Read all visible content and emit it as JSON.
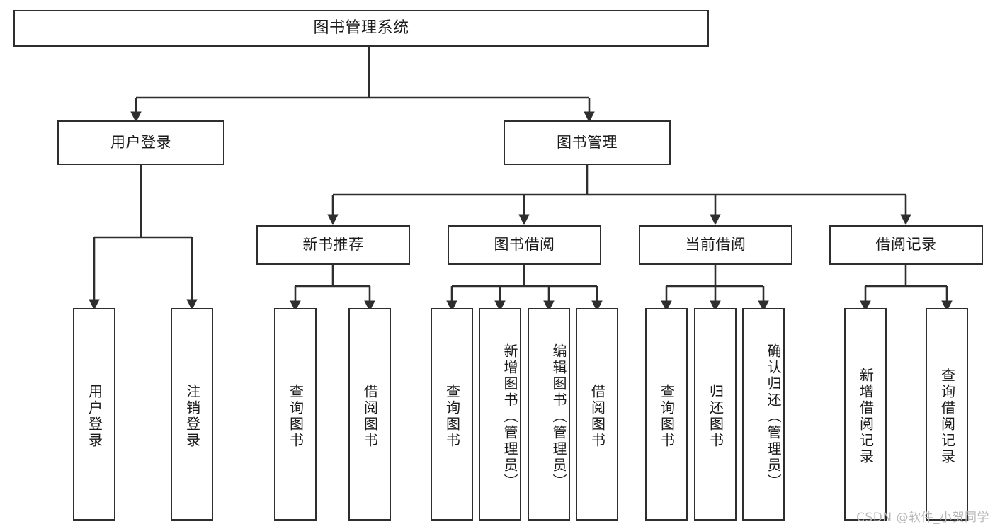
{
  "diagram": {
    "title": "图书管理系统",
    "type": "tree-hierarchy",
    "watermark": "CSDN @软件_小贺同学",
    "colors": {
      "stroke": "#2e2e2e",
      "fill": "#ffffff",
      "text": "#1a1a1a",
      "watermark": "#b8b8b8"
    },
    "levels": {
      "root": {
        "label": "图书管理系统"
      },
      "level2": [
        {
          "id": "user-login",
          "label": "用户登录"
        },
        {
          "id": "book-manage",
          "label": "图书管理"
        }
      ],
      "level3": [
        {
          "id": "new-book-recommend",
          "label": "新书推荐"
        },
        {
          "id": "book-borrow",
          "label": "图书借阅"
        },
        {
          "id": "current-borrow",
          "label": "当前借阅"
        },
        {
          "id": "borrow-record",
          "label": "借阅记录"
        }
      ],
      "leaves": {
        "user-login": [
          {
            "id": "leaf-user-login",
            "label": "用户登录"
          },
          {
            "id": "leaf-user-logout",
            "label": "注销登录"
          }
        ],
        "new-book-recommend": [
          {
            "id": "leaf-query-book-1",
            "label": "查询图书"
          },
          {
            "id": "leaf-borrow-book-1",
            "label": "借阅图书"
          }
        ],
        "book-borrow": [
          {
            "id": "leaf-query-book-2",
            "label": "查询图书"
          },
          {
            "id": "leaf-add-book",
            "label": "新增图书（管理员）"
          },
          {
            "id": "leaf-edit-book",
            "label": "编辑图书（管理员）"
          },
          {
            "id": "leaf-borrow-book-2",
            "label": "借阅图书"
          }
        ],
        "current-borrow": [
          {
            "id": "leaf-query-book-3",
            "label": "查询图书"
          },
          {
            "id": "leaf-return-book",
            "label": "归还图书"
          },
          {
            "id": "leaf-confirm-return",
            "label": "确认归还（管理员）"
          }
        ],
        "borrow-record": [
          {
            "id": "leaf-add-record",
            "label": "新增借阅记录"
          },
          {
            "id": "leaf-query-record",
            "label": "查询借阅记录"
          }
        ]
      }
    }
  }
}
